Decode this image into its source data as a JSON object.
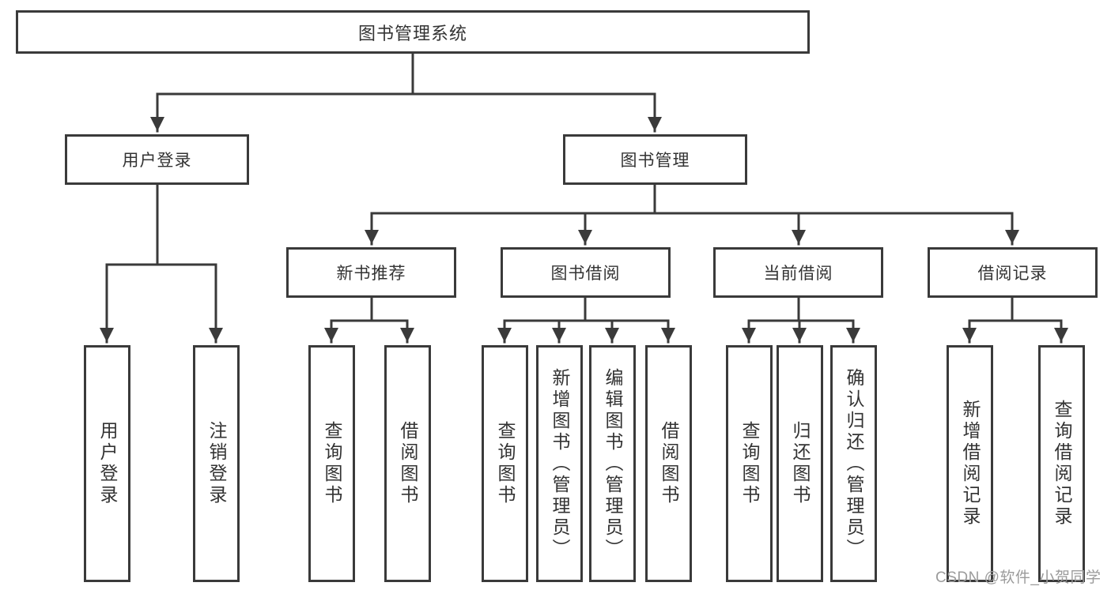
{
  "diagram": {
    "title": "图书管理系统",
    "nodes": {
      "root": "图书管理系统",
      "userLogin": "用户登录",
      "bookManagement": "图书管理",
      "newBookRecommend": "新书推荐",
      "bookBorrow": "图书借阅",
      "currentBorrow": "当前借阅",
      "borrowRecords": "借阅记录",
      "leafUserLogin": "用户登录",
      "leafLogout": "注销登录",
      "leafQueryBooksRecommend": "查询图书",
      "leafBorrowBooksRecommend": "借阅图书",
      "leafQueryBooksBorrow": "查询图书",
      "leafAddBooksAdmin": "新增图书（管理员）",
      "leafEditBooksAdmin": "编辑图书（管理员）",
      "leafBorrowBooks": "借阅图书",
      "leafQueryBooksCurrent": "查询图书",
      "leafReturnBooks": "归还图书",
      "leafConfirmReturnAdmin": "确认归还（管理员）",
      "leafAddBorrowRecord": "新增借阅记录",
      "leafQueryBorrowRecord": "查询借阅记录"
    },
    "hierarchy": {
      "图书管理系统": {
        "用户登录": [
          "用户登录",
          "注销登录"
        ],
        "图书管理": {
          "新书推荐": [
            "查询图书",
            "借阅图书"
          ],
          "图书借阅": [
            "查询图书",
            "新增图书（管理员）",
            "编辑图书（管理员）",
            "借阅图书"
          ],
          "当前借阅": [
            "查询图书",
            "归还图书",
            "确认归还（管理员）"
          ],
          "借阅记录": [
            "新增借阅记录",
            "查询借阅记录"
          ]
        }
      }
    },
    "colors": {
      "line": "#3a3a3a",
      "text": "#333333",
      "box_fill": "#ffffff",
      "background": "#ffffff",
      "watermark": "#9b9b9b"
    }
  },
  "watermark": "CSDN @软件_小贺同学"
}
